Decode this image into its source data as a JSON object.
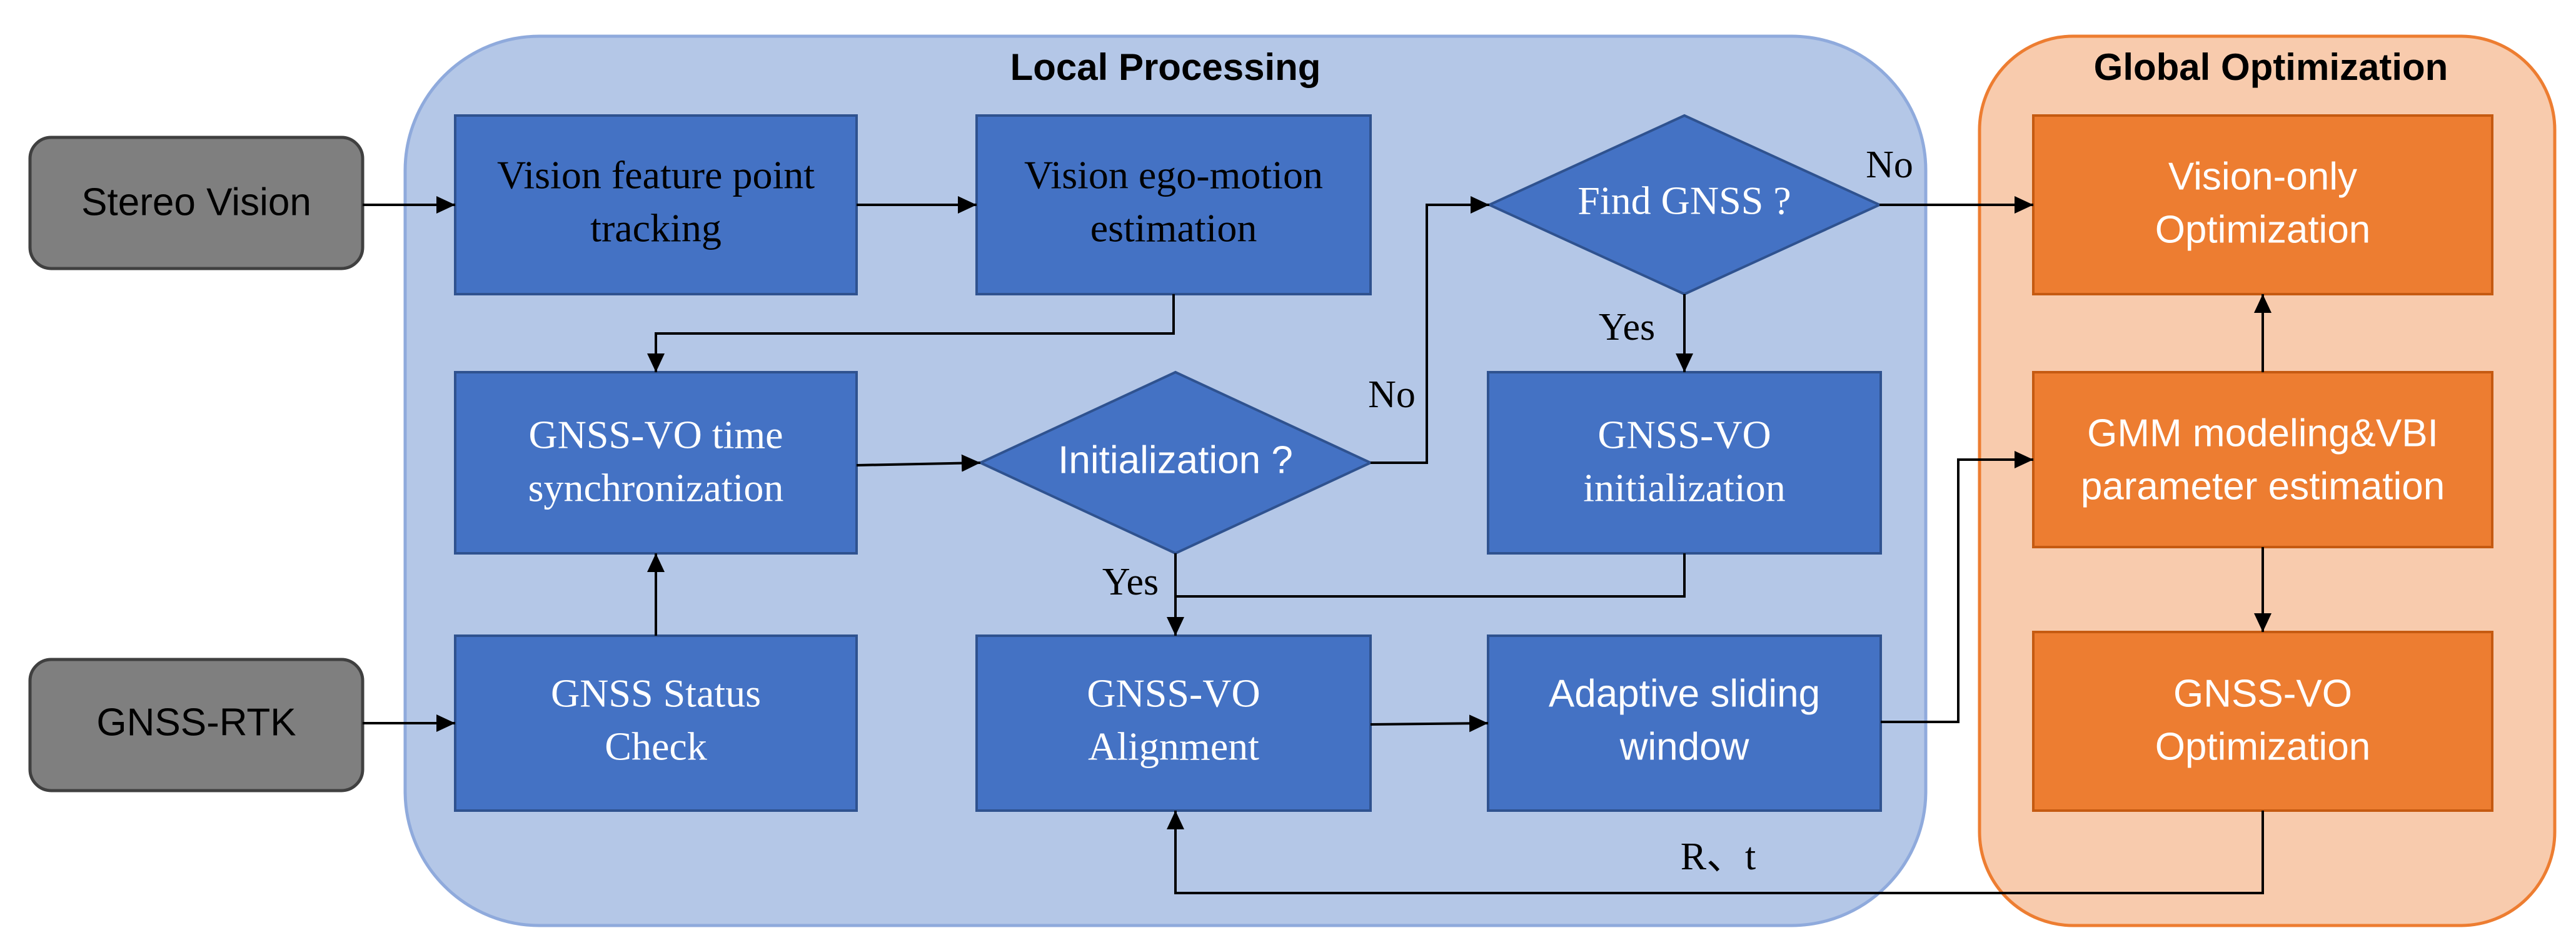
{
  "panels": {
    "local": {
      "title": "Local Processing"
    },
    "global": {
      "title": "Global Optimization"
    }
  },
  "inputs": {
    "stereo": "Stereo Vision",
    "gnss_rtk": "GNSS-RTK"
  },
  "local_nodes": {
    "feature_tracking": [
      "Vision feature point",
      "tracking"
    ],
    "ego_motion": [
      "Vision ego-motion",
      "estimation"
    ],
    "time_sync": [
      "GNSS-VO time",
      "synchronization"
    ],
    "status_check": [
      "GNSS Status",
      "Check"
    ],
    "initialization_q": "Initialization ?",
    "find_gnss_q": "Find GNSS ?",
    "vo_init": [
      "GNSS-VO",
      "initialization"
    ],
    "alignment": [
      "GNSS-VO",
      "Alignment"
    ],
    "sliding_window": [
      "Adaptive sliding",
      "window"
    ]
  },
  "global_nodes": {
    "vision_only": [
      "Vision-only",
      "Optimization"
    ],
    "gmm_vbi": [
      "GMM modeling&VBI",
      "parameter estimation"
    ],
    "gnss_vo_opt": [
      "GNSS-VO",
      "Optimization"
    ]
  },
  "edge_labels": {
    "init_no": "No",
    "init_yes": "Yes",
    "find_no": "No",
    "find_yes": "Yes",
    "feedback": "R、t"
  },
  "colors": {
    "local_panel_fill": "#b4c7e7",
    "local_panel_stroke": "#8faadc",
    "node_blue": "#4472c4",
    "node_blue_stroke": "#2f528f",
    "global_panel_fill": "#f8cbad",
    "global_panel_stroke": "#ed7d31",
    "node_orange": "#ed7d31",
    "node_orange_stroke": "#c55a11",
    "input_grey": "#7f7f7f",
    "input_stroke": "#404040"
  }
}
